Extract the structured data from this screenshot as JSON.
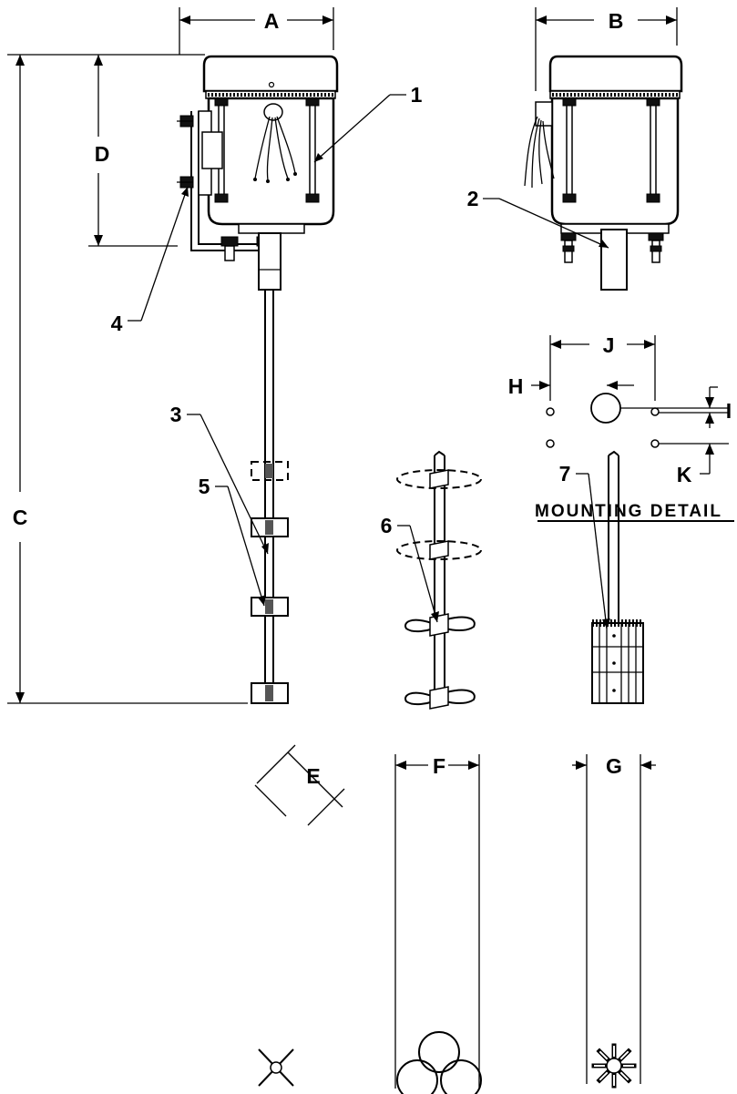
{
  "dimensions": {
    "A": "A",
    "B": "B",
    "C": "C",
    "D": "D",
    "E": "E",
    "F": "F",
    "G": "G",
    "H": "H",
    "I": "I",
    "J": "J",
    "K": "K"
  },
  "callouts": {
    "motor_tie_rod": "1",
    "coupling": "2",
    "shaft": "3",
    "mounting_bracket": "4",
    "impeller_5": "5",
    "impeller_6": "6",
    "impeller_7": "7"
  },
  "mounting_detail_title": "MOUNTING DETAIL",
  "colors": {
    "ink": "#000000",
    "paper": "#ffffff"
  }
}
